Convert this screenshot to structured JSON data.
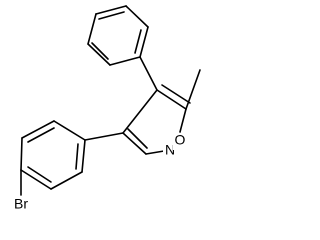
{
  "molecule": {
    "atoms": [
      {
        "id": "Br",
        "label": "Br"
      },
      {
        "id": "N",
        "label": "N"
      },
      {
        "id": "O",
        "label": "O"
      }
    ]
  }
}
